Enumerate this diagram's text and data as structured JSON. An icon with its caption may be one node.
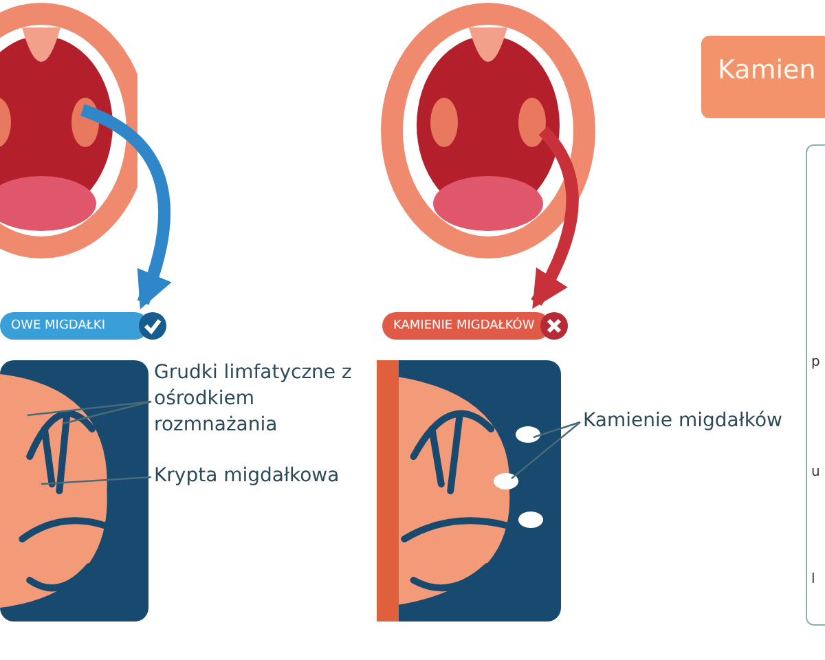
{
  "diagram": {
    "nodes": [
      {
        "text": [],
        "shape": "picture"
      },
      {
        "text": [
          "OWE MIGDAŁKI"
        ]
      },
      {
        "text": [],
        "shape": "picture"
      },
      {
        "text": [
          "Grudki limfatyczne z ośrodkiem rozmnażania"
        ]
      },
      {
        "text": [
          "Krypta migdałkowa"
        ]
      },
      {
        "text": [],
        "shape": "picture"
      },
      {
        "text": [
          "KAMIENIE MIGDAŁKÓW"
        ]
      },
      {
        "text": [],
        "shape": "picture"
      },
      {
        "text": [
          "Kamienie migdałków"
        ]
      },
      {
        "text": [
          "Kamien"
        ]
      },
      {
        "text": [
          "p",
          "u",
          "l"
        ]
      }
    ],
    "edges": [
      {
        "from": 0,
        "to": 1,
        "arrow": "to",
        "style": "thick",
        "color": "#2f86c8"
      },
      {
        "from": 5,
        "to": 6,
        "arrow": "to",
        "style": "thick",
        "color": "#c8303a"
      },
      {
        "from": 3,
        "to": 2,
        "arrow": "none"
      },
      {
        "from": 3,
        "to": 2,
        "arrow": "none"
      },
      {
        "from": 4,
        "to": 2,
        "arrow": "none"
      },
      {
        "from": 8,
        "to": 7,
        "arrow": "none"
      },
      {
        "from": 8,
        "to": 7,
        "arrow": "none"
      }
    ]
  }
}
